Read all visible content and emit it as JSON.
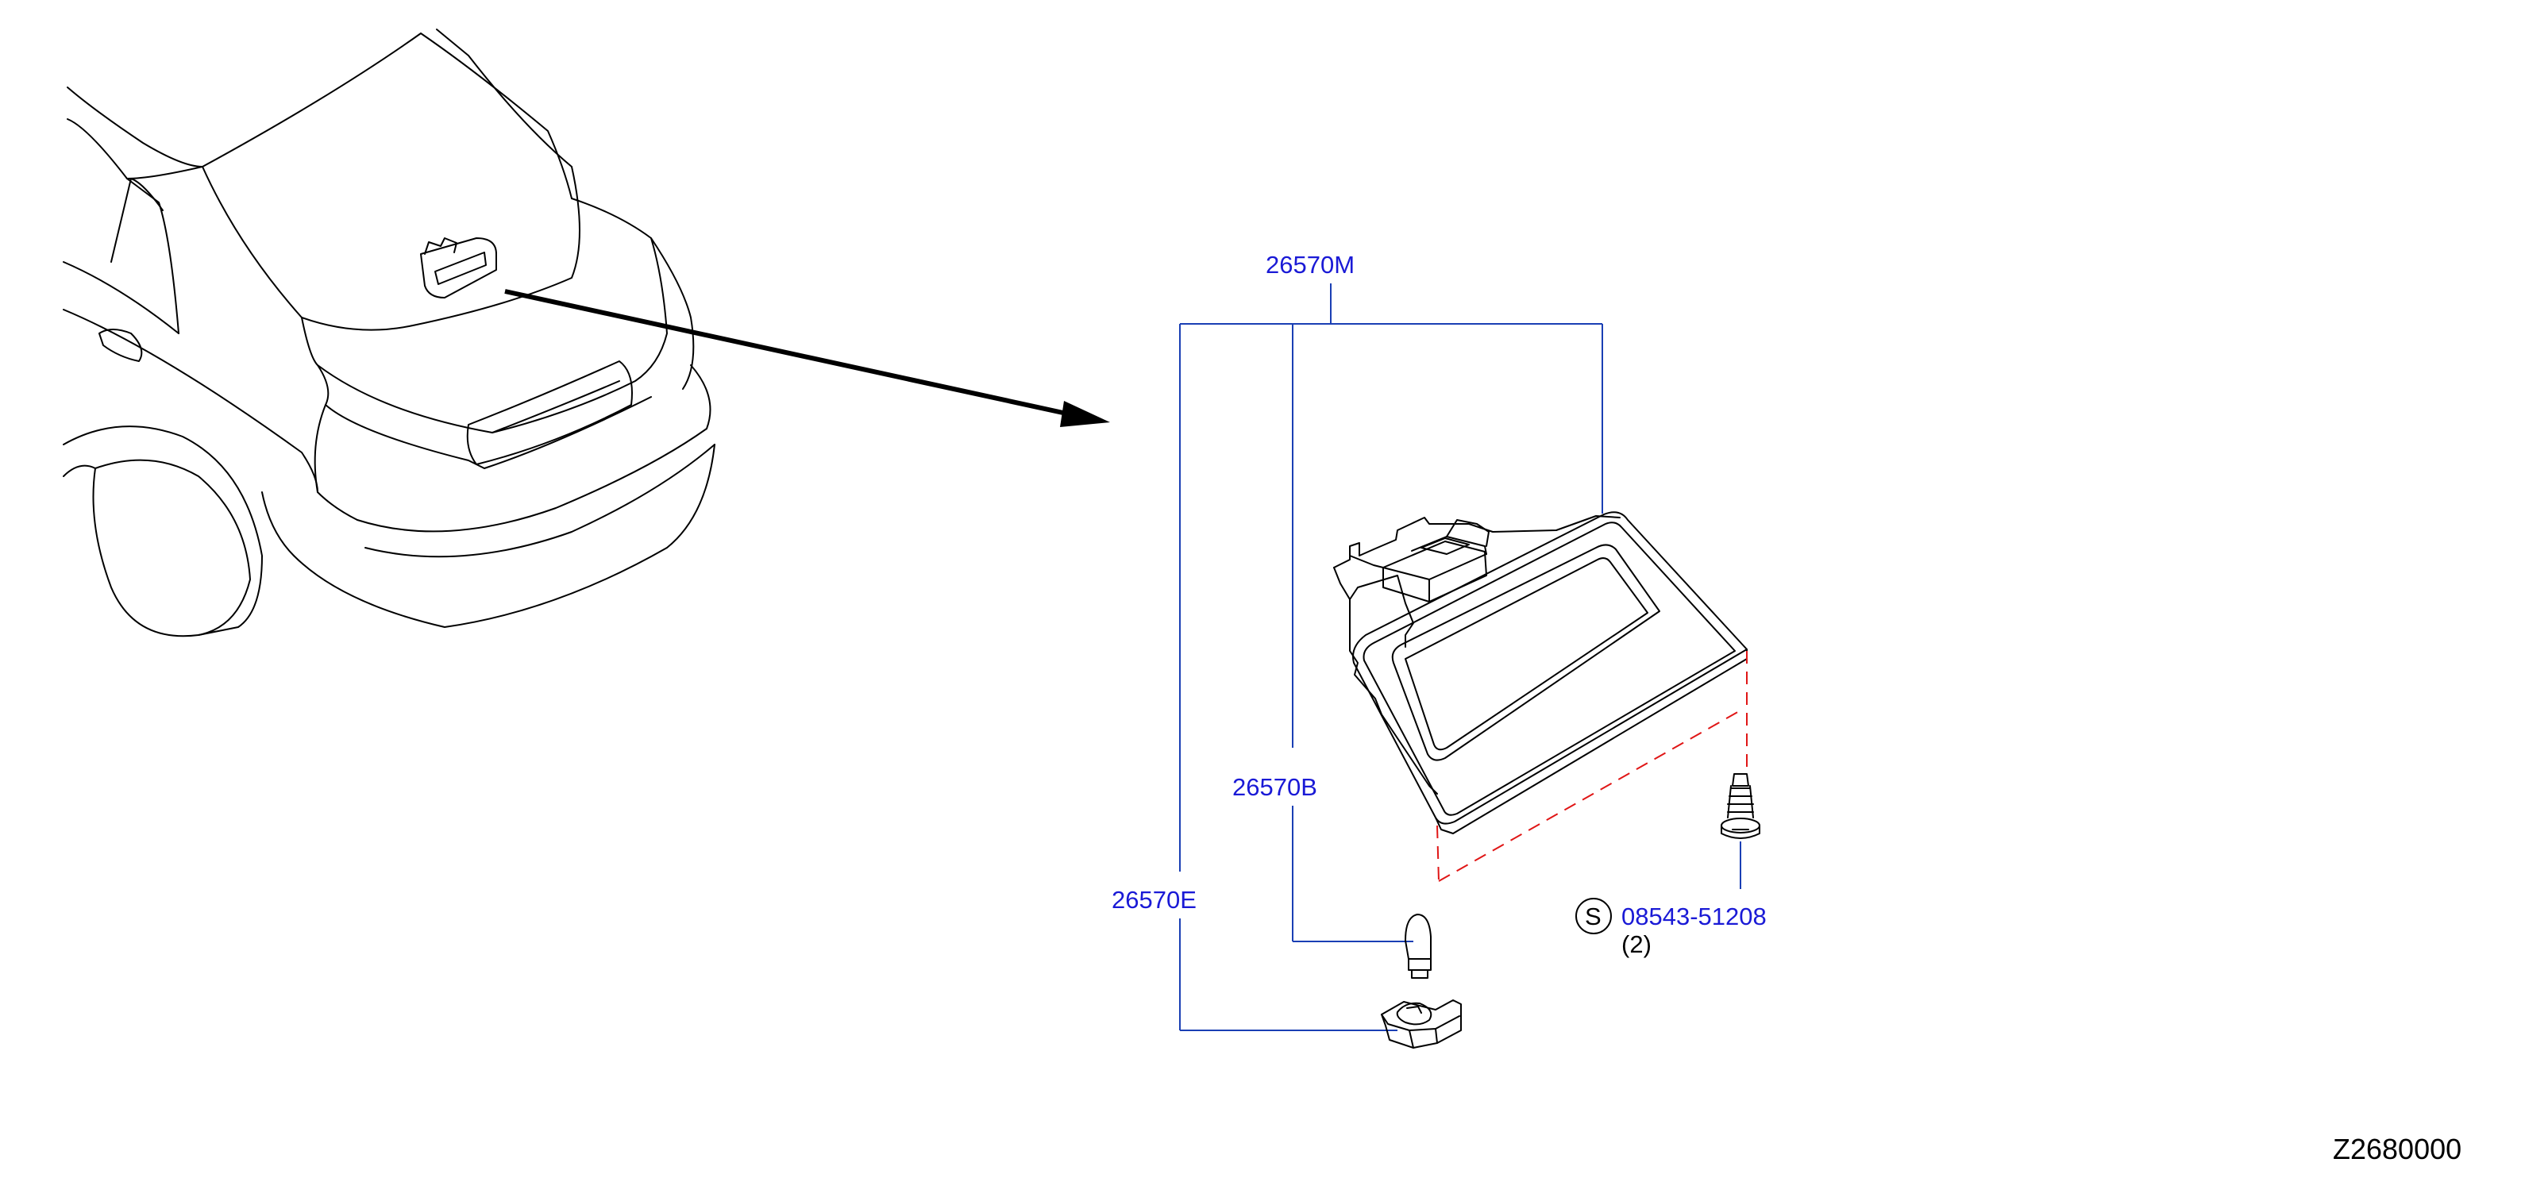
{
  "diagram": {
    "callouts": [
      {
        "id": "26570M",
        "text": "26570M"
      },
      {
        "id": "26570B",
        "text": "26570B"
      },
      {
        "id": "26570E",
        "text": "26570E"
      },
      {
        "id": "08543-51208",
        "text": "08543-51208",
        "symbol": "S",
        "quantity": "(2)"
      }
    ],
    "reference_code": "Z2680000"
  },
  "colors": {
    "part_number": "#1a1ad6",
    "leader_line": "#1a3fb4",
    "phantom_line": "#e01616",
    "drawing": "#000000"
  }
}
